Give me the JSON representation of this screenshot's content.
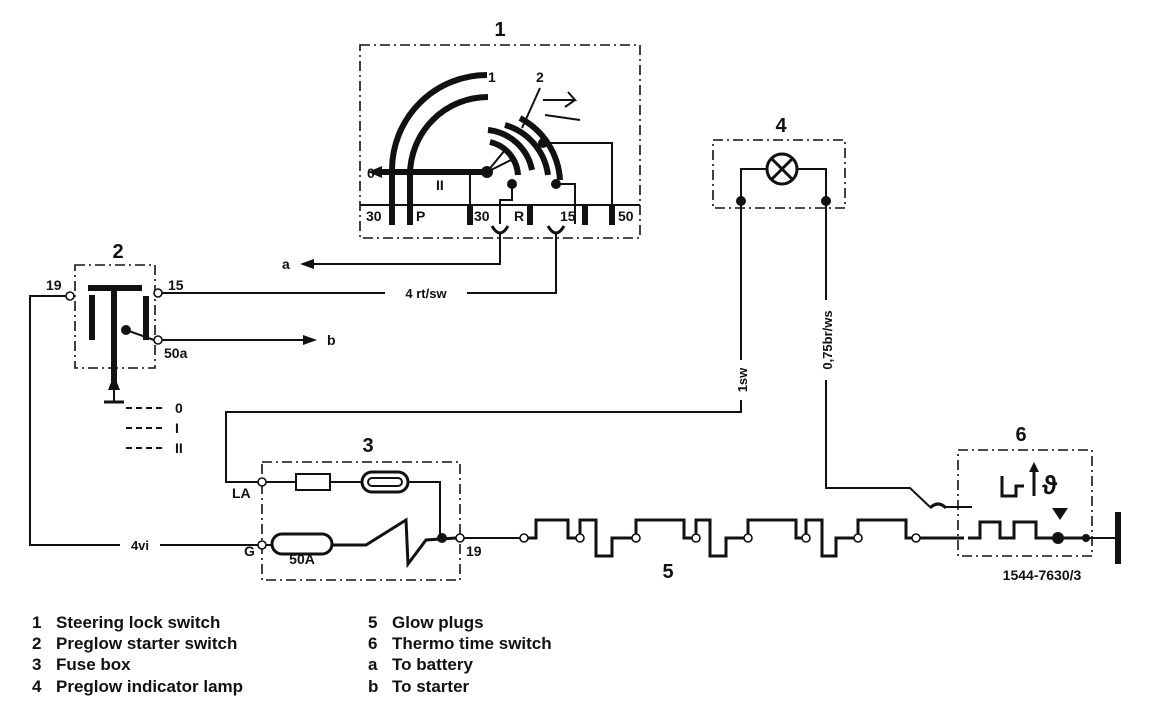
{
  "components": {
    "c1": {
      "number": "1",
      "pins": {
        "p30a": "30",
        "pP": "P",
        "p30b": "30",
        "pR": "R",
        "p15": "15",
        "p50": "50",
        "pos0": "0",
        "posII": "II",
        "pos1": "1",
        "pos2": "2"
      }
    },
    "c2": {
      "number": "2",
      "pins": {
        "p19": "19",
        "p15": "15",
        "p50a": "50a"
      },
      "positions": [
        "0",
        "I",
        "II"
      ]
    },
    "c3": {
      "number": "3",
      "pins": {
        "LA": "LA",
        "G": "G",
        "p19": "19",
        "fuse": "50A"
      }
    },
    "c4": {
      "number": "4"
    },
    "c5": {
      "number": "5"
    },
    "c6": {
      "number": "6",
      "part_number": "1544-7630/3"
    }
  },
  "connections": {
    "a": "a",
    "b": "b",
    "w_4rtsw": "4 rt/sw",
    "w_4vi": "4vi",
    "w_1sw": "1sw",
    "w_075": "0,75br/ws"
  },
  "legend": {
    "left": [
      {
        "key": "1",
        "text": "Steering lock switch"
      },
      {
        "key": "2",
        "text": "Preglow starter  switch"
      },
      {
        "key": "3",
        "text": "Fuse box"
      },
      {
        "key": "4",
        "text": "Preglow indicator lamp"
      }
    ],
    "right": [
      {
        "key": "5",
        "text": "Glow plugs"
      },
      {
        "key": "6",
        "text": "Thermo time switch"
      },
      {
        "key": "a",
        "text": "To battery"
      },
      {
        "key": "b",
        "text": "To starter"
      }
    ]
  }
}
